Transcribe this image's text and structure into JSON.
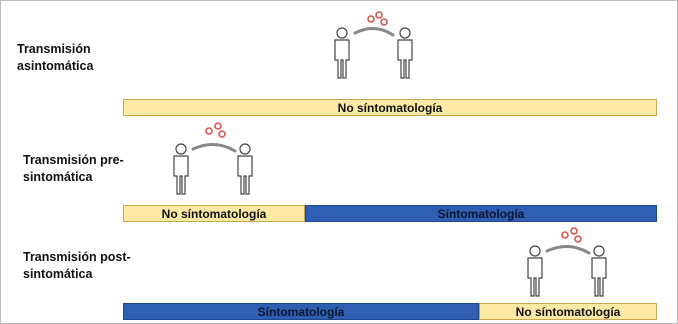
{
  "rows": [
    {
      "label": "Transmisión\nasintomática",
      "segments": [
        {
          "text": "No síntomatología",
          "color": "#fde9a6"
        }
      ]
    },
    {
      "label": "Transmisión pre-\nsintomática",
      "segments": [
        {
          "text": "No síntomatología",
          "color": "#fde9a6"
        },
        {
          "text": "Síntomatología",
          "color": "#2f5fb3"
        }
      ]
    },
    {
      "label": "Transmisión post-\nsintomática",
      "segments": [
        {
          "text": "Síntomatología",
          "color": "#2f5fb3"
        },
        {
          "text": "No síntomatología",
          "color": "#fde9a6"
        }
      ]
    }
  ],
  "icons": {
    "person": "person-icon",
    "virus": "virus-particles-icon",
    "arrow": "transmission-arrow-icon"
  }
}
